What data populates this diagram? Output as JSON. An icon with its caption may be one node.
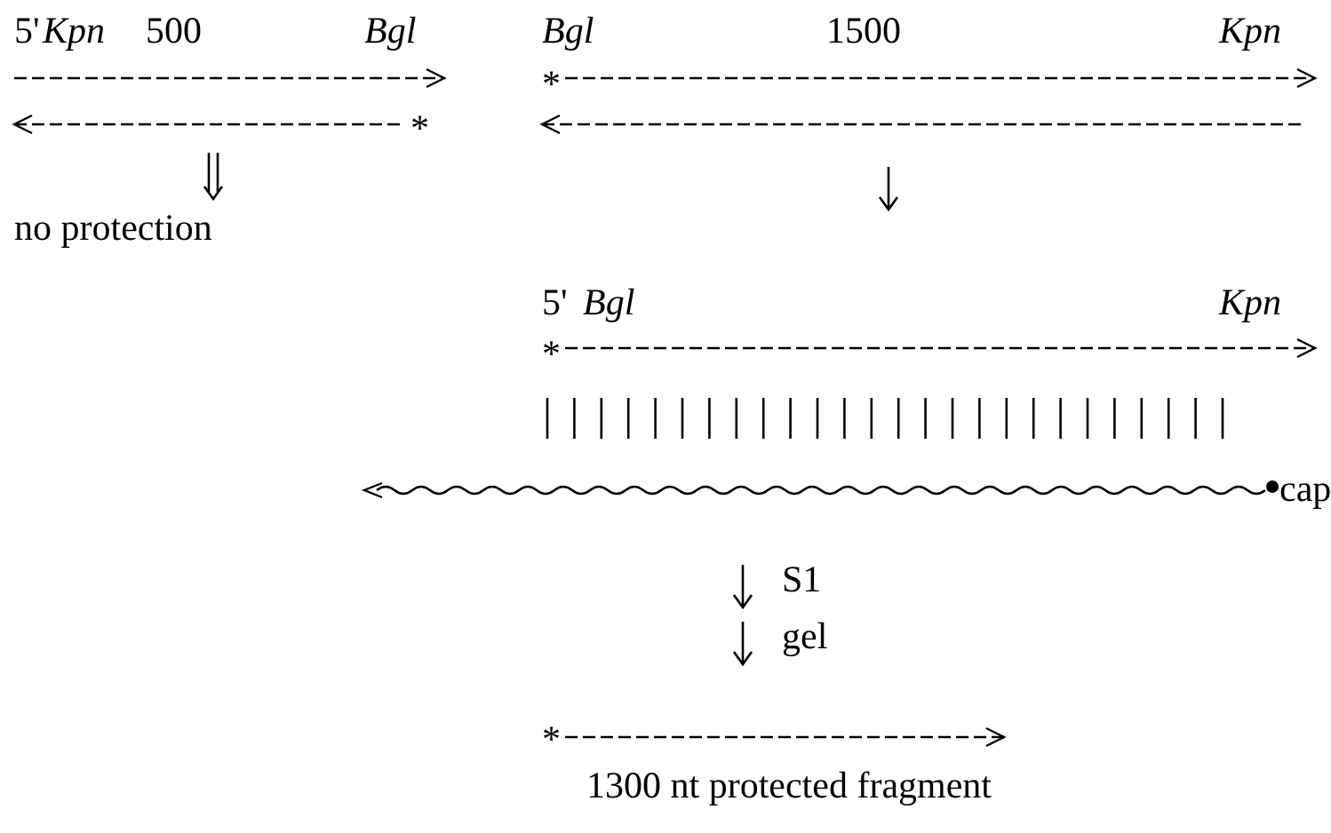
{
  "diagram": {
    "labels": [
      "5'",
      "Kpn",
      "500",
      "Bgl",
      "Bgl",
      "1500",
      "Kpn",
      "*",
      "*",
      "no protection",
      "5'",
      "Bgl",
      "Kpn",
      "*",
      "cap",
      "S1",
      "gel",
      "*",
      "1300 nt protected fragment"
    ]
  }
}
